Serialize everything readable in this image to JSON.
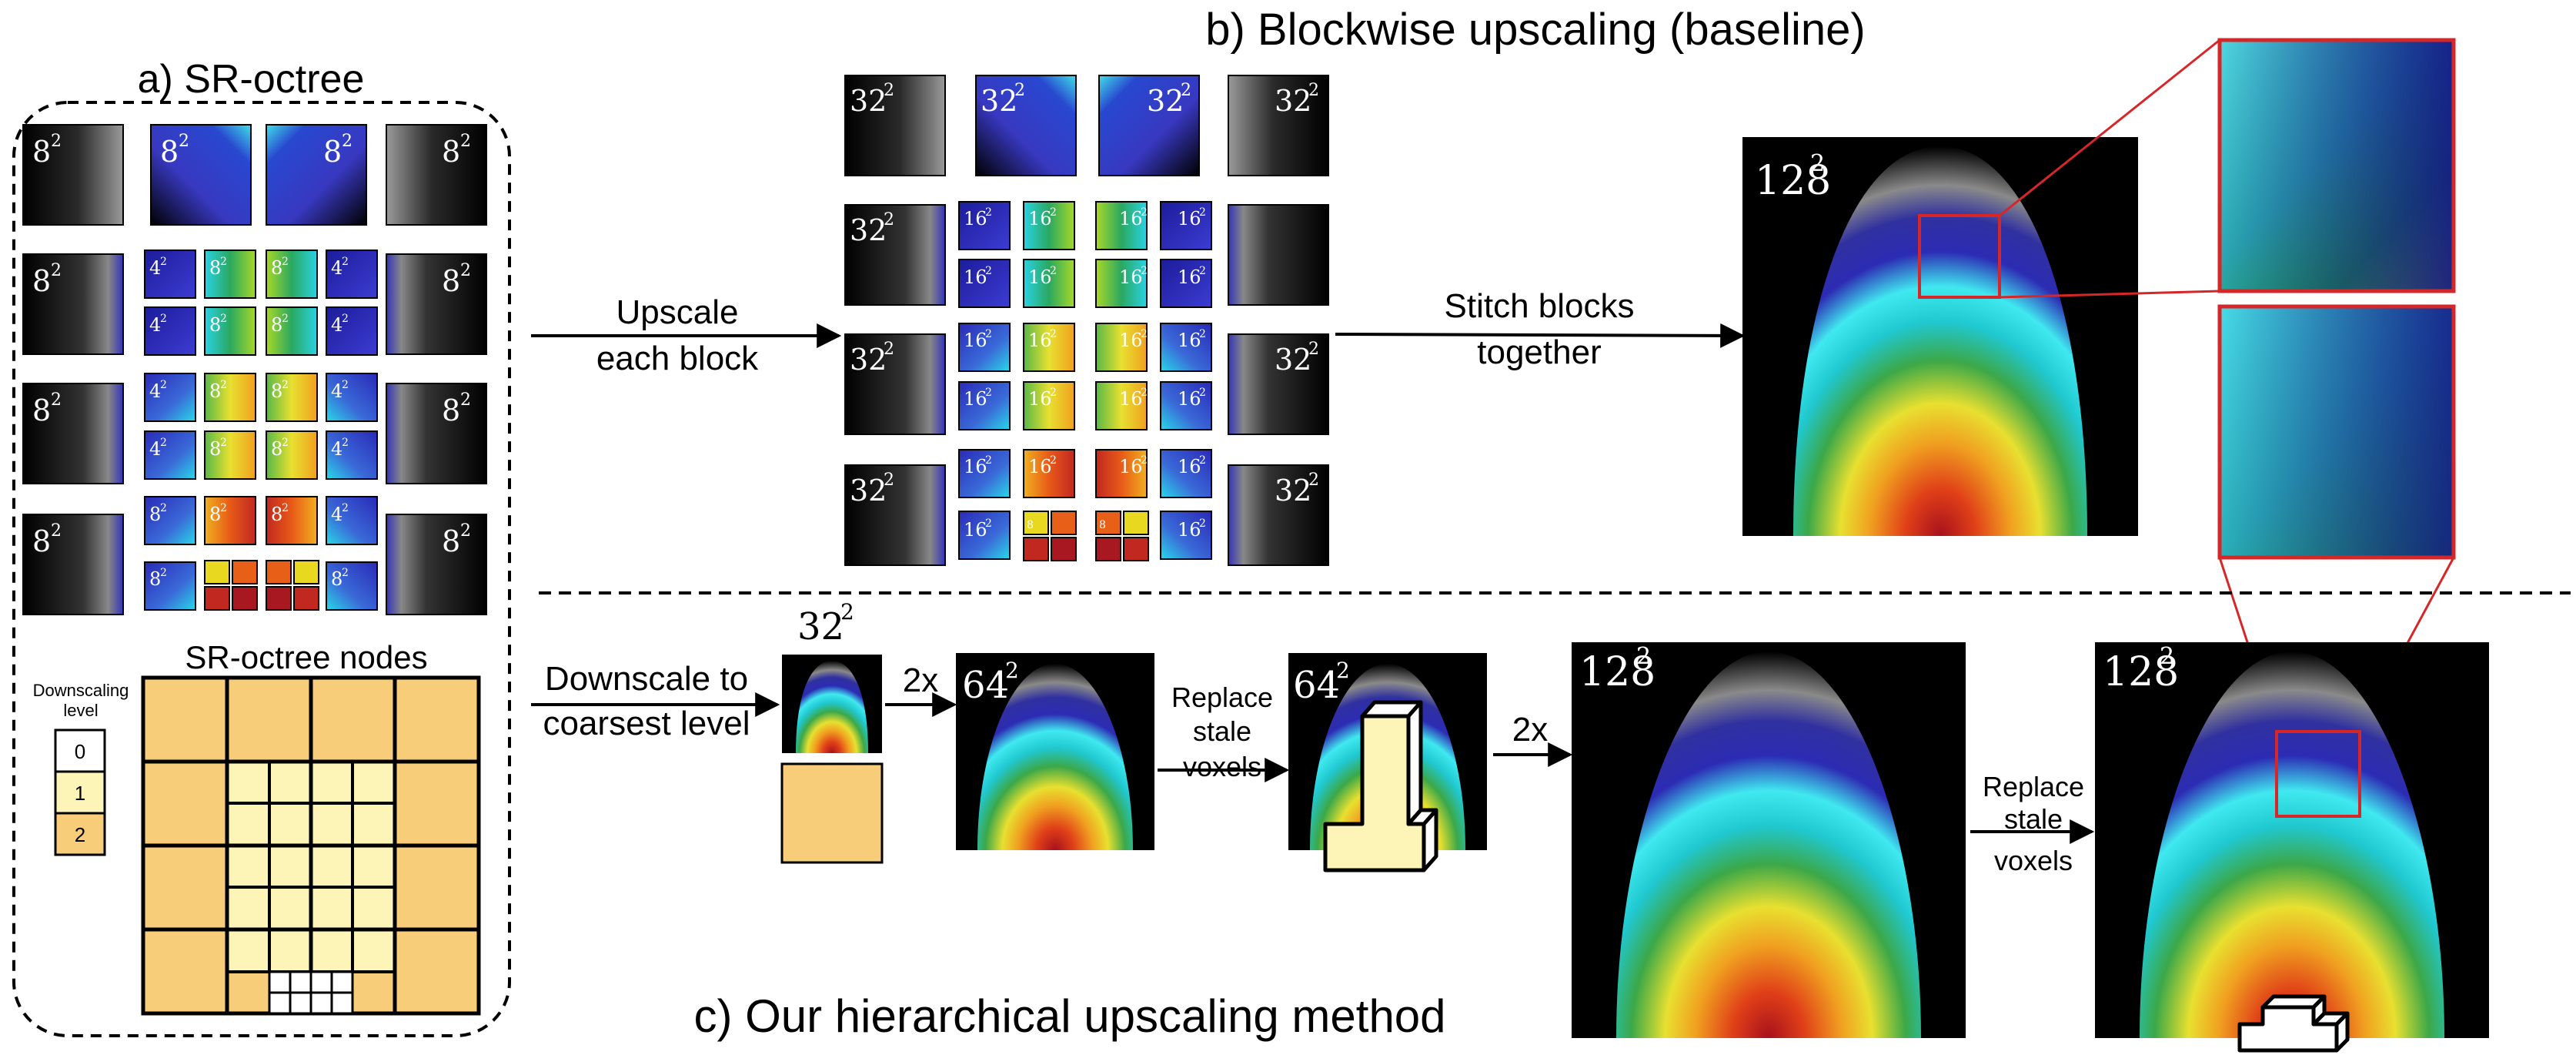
{
  "panels": {
    "a_title": "a) SR-octree",
    "b_title": "b) Blockwise upscaling (baseline)",
    "c_title": "c) Our hierarchical upscaling method",
    "nodes_title": "SR-octree nodes"
  },
  "legend": {
    "title_line1": "Downscaling",
    "title_line2": "level",
    "levels": [
      "0",
      "1",
      "2"
    ],
    "colors": [
      "#ffffff",
      "#fdf5b7",
      "#f8cd7a"
    ]
  },
  "arrows": {
    "upscale_line1": "Upscale",
    "upscale_line2": "each block",
    "stitch_line1": "Stitch blocks",
    "stitch_line2": "together",
    "downscale_line1": "Downscale to",
    "downscale_line2": "coarsest level",
    "x2_a": "2x",
    "x2_b": "2x",
    "replace1_line1": "Replace",
    "replace1_line2": "stale",
    "replace1_line3": "voxels",
    "replace2_line1": "Replace",
    "replace2_line2": "stale",
    "replace2_line3": "voxels"
  },
  "labels": {
    "a_outer": "8",
    "a_inner4": "4",
    "a_inner8": "8",
    "b_outer": "32",
    "b_inner": "16",
    "b_small": "8",
    "c_32": "32",
    "c_64a": "64",
    "c_64b": "64",
    "c_128a": "128",
    "c_128b": "128",
    "b_128": "128",
    "sq": "2"
  },
  "colors": {
    "octree_orange": "#f8cd7a",
    "octree_yellow": "#fdf5b7",
    "zoom_box": "#d62728"
  }
}
